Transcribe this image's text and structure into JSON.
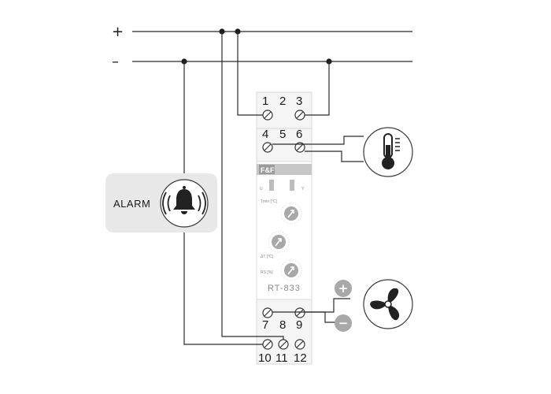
{
  "rails": {
    "plus": "+",
    "minus": "–"
  },
  "terminals": {
    "t1": "1",
    "t2": "2",
    "t3": "3",
    "t4": "4",
    "t5": "5",
    "t6": "6",
    "t7": "7",
    "t8": "8",
    "t9": "9",
    "t10": "10",
    "t11": "11",
    "t12": "12"
  },
  "device": {
    "logo": "F&F",
    "model": "RT-833",
    "led_u": "U",
    "led_relay": "Y",
    "knob1_label": "Tmin [°C]",
    "knob2_label": "ΔT [°C]",
    "knob3_label": "RS [%]"
  },
  "alarm": {
    "label": "ALARM"
  },
  "fan_polarity": {
    "plus": "+",
    "minus": "−"
  },
  "icons": [
    "bell-icon",
    "thermometer-icon",
    "fan-icon",
    "plus-icon",
    "minus-icon"
  ]
}
